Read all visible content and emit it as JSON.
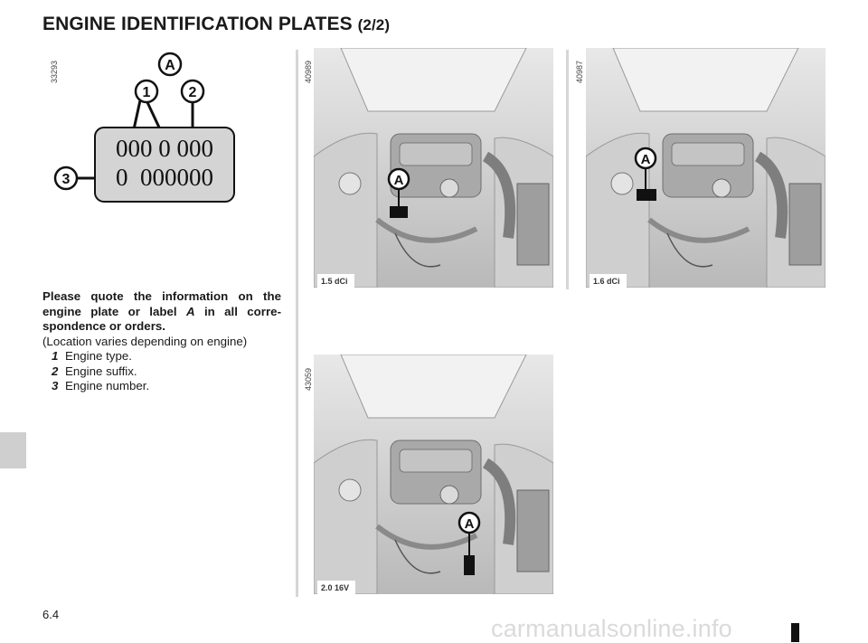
{
  "header": {
    "title": "ENGINE IDENTIFICATION PLATES",
    "subtitle": "(2/2)"
  },
  "diagram": {
    "figure_id": "33293",
    "plate_line1": "000 0 000",
    "plate_line2": "0  000000",
    "callout_a": "A",
    "callout_1": "1",
    "callout_2": "2",
    "callout_3": "3"
  },
  "photos": [
    {
      "figure_id": "40989",
      "engine": "1.5 dCi",
      "label": "A"
    },
    {
      "figure_id": "40987",
      "engine": "1.6 dCi",
      "label": "A"
    },
    {
      "figure_id": "43059",
      "engine": "2.0 16V",
      "label": "A"
    }
  ],
  "text": {
    "intro_pre": "Please quote the information on the engine plate or label",
    "intro_label": "A",
    "intro_post": "in all corre­spondence or orders.",
    "note": "(Location varies depending on engine)",
    "legend": [
      {
        "num": "1",
        "text": "Engine type."
      },
      {
        "num": "2",
        "text": "Engine suffix."
      },
      {
        "num": "3",
        "text": "Engine number."
      }
    ]
  },
  "footer": {
    "page_number": "6.4",
    "watermark": "carmanualsonline.info"
  }
}
